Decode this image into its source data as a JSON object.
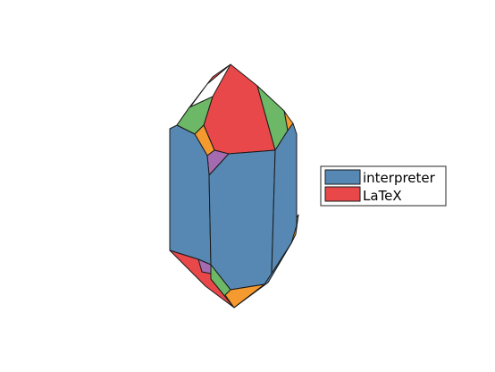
{
  "legend": {
    "placement": "right",
    "entries": [
      {
        "label": "interpreter",
        "color": "#5788b3"
      },
      {
        "label": "LaTeX",
        "color": "#e8484a"
      }
    ]
  },
  "colors": {
    "blue": "#5788b3",
    "red": "#e8484a",
    "green": "#6cb866",
    "orange": "#f59a2f",
    "purple": "#a46bb0",
    "edge": "#1a1a1a"
  }
}
